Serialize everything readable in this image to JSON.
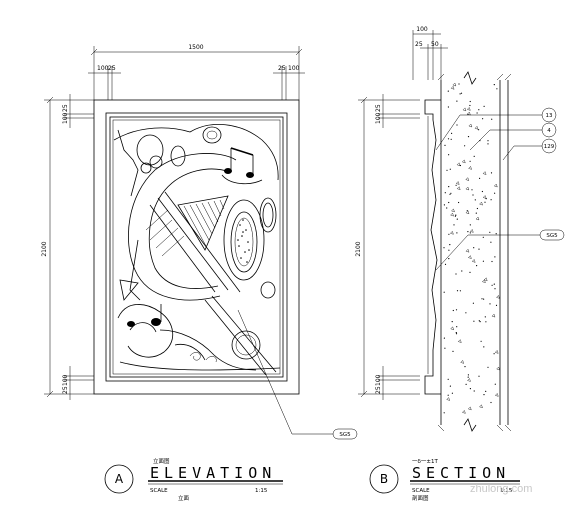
{
  "elevation": {
    "width_dim": "1500",
    "left_dims": [
      "100",
      "25"
    ],
    "right_dims": [
      "25",
      "100"
    ],
    "height_dim": "2100",
    "top_side_dims": [
      "25",
      "100"
    ],
    "bottom_side_dims": [
      "100",
      "25"
    ],
    "callout": "SG5",
    "label_letter": "A",
    "label_cn": "立面图",
    "title": "ELEVATION",
    "scale_label": "SCALE",
    "scale_value": "1:15",
    "sub_cn": "立面"
  },
  "section": {
    "top_dims": [
      "100",
      "25",
      "50"
    ],
    "height_dim": "2100",
    "top_side_dims": [
      "25",
      "100"
    ],
    "bottom_side_dims": [
      "100",
      "25"
    ],
    "callouts": [
      "13",
      "4",
      "129",
      "SG5"
    ],
    "label_letter": "B",
    "label_cn": "一δ一±1T",
    "title": "SECTION",
    "scale_label": "SCALE",
    "scale_value": "1:15",
    "sub_cn": "剖面图"
  },
  "watermark": "zhulong.com"
}
